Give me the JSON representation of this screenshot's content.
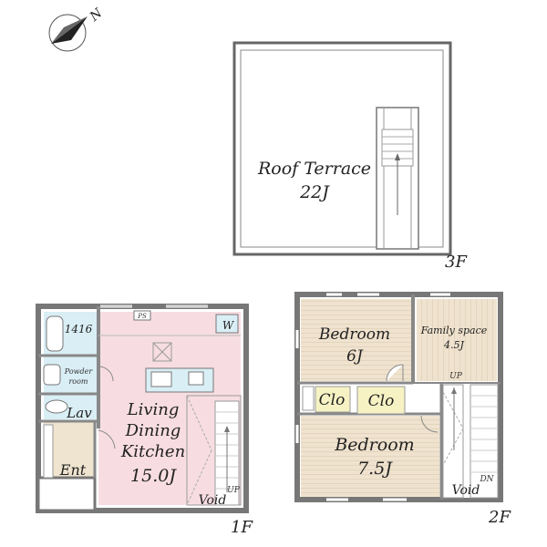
{
  "compass": {
    "north_label": "N",
    "icon": "compass-icon"
  },
  "floors": {
    "f3": {
      "label": "3F",
      "rooms": {
        "roof_terrace_name": "Roof Terrace",
        "roof_terrace_size": "22J"
      }
    },
    "f2": {
      "label": "2F",
      "rooms": {
        "bedroom_top_name": "Bedroom",
        "bedroom_top_size": "6J",
        "family_space_name": "Family space",
        "family_space_size": "4.5J",
        "clo_left": "Clo",
        "clo_right": "Clo",
        "bedroom_bottom_name": "Bedroom",
        "bedroom_bottom_size": "7.5J",
        "void": "Void",
        "up": "UP",
        "dn": "DN"
      }
    },
    "f1": {
      "label": "1F",
      "rooms": {
        "bath": "1416",
        "powder_room_l1": "Powder",
        "powder_room_l2": "room",
        "lav": "Lav",
        "ent": "Ent",
        "ldk_l1": "Living",
        "ldk_l2": "Dining",
        "ldk_l3": "Kitchen",
        "ldk_size": "15.0J",
        "ps": "PS",
        "w": "W",
        "void": "Void",
        "up": "UP"
      }
    }
  },
  "colors": {
    "wall": "#8a8a8a",
    "ldk_fill": "#f7dde2",
    "wet_fill": "#d9eef5",
    "entry_fill": "#efe4cf",
    "wood_fill": "#efe3cf",
    "closet_fill": "#f6f2c4",
    "stair_line": "#b9b9b9"
  }
}
